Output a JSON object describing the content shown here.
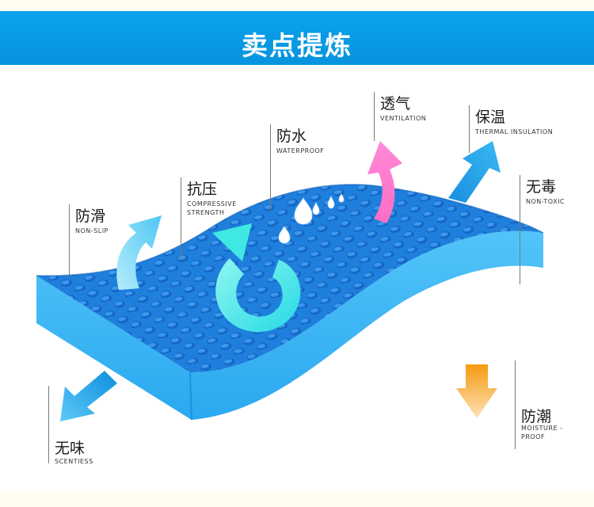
{
  "banner": {
    "title": "卖点提炼",
    "bg_color": "#0aa3ec"
  },
  "features": [
    {
      "id": "ventilation",
      "cn": "透气",
      "en": "VENTILATION",
      "icon": "curved-arrow-up-icon",
      "color": "#ff60b8"
    },
    {
      "id": "thermal",
      "cn": "保温",
      "en": "THERMAL INSULATION",
      "icon": "arrow-up-right-icon",
      "color": "#1ea0e8"
    },
    {
      "id": "waterproof",
      "cn": "防水",
      "en": "WATERPROOF",
      "icon": "water-drops-icon",
      "color": "#ffffff"
    },
    {
      "id": "pressure",
      "cn": "抗压",
      "en": "COMPRESSIVE STRENGTH",
      "icon": "circular-arrow-icon",
      "color": "#2ee6e0"
    },
    {
      "id": "toxic",
      "cn": "无毒",
      "en": "NON-TOXIC",
      "icon": "",
      "color": ""
    },
    {
      "id": "slip",
      "cn": "防滑",
      "en": "NON-SLIP",
      "icon": "curved-arrow-icon",
      "color": "#62d0f4"
    },
    {
      "id": "scentless",
      "cn": "无味",
      "en": "SCENTIESS",
      "icon": "arrow-down-left-icon",
      "color": "#1aa4e8"
    },
    {
      "id": "moisture",
      "cn": "防潮",
      "en": "MOISTURE -PROOF",
      "icon": "arrow-down-icon",
      "color": "#f5a020"
    }
  ]
}
